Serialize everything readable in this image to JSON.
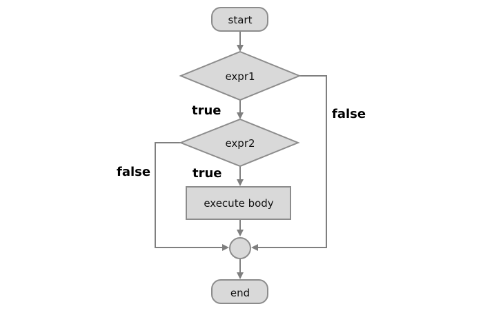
{
  "diagram": {
    "colors": {
      "node_fill": "#d9d9d9",
      "node_stroke": "#8c8c8c",
      "edge": "#7f7f7f",
      "text": "#111111",
      "background": "#ffffff"
    },
    "nodes": {
      "start": "start",
      "expr1": "expr1",
      "expr2": "expr2",
      "body": "execute body",
      "end": "end"
    },
    "labels": {
      "expr1_true": "true",
      "expr1_false": "false",
      "expr2_true": "true",
      "expr2_false": "false"
    }
  }
}
